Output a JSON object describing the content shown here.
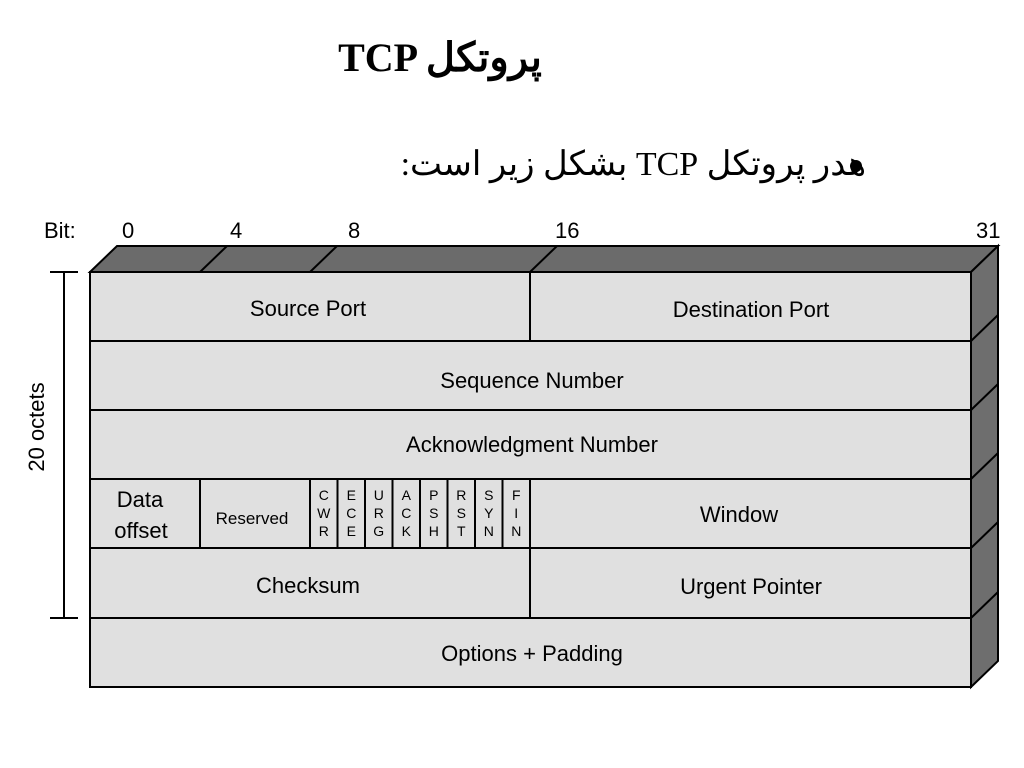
{
  "slide": {
    "title": "TCP پروتکل",
    "bullet": "هدر پروتکل TCP بشکل زیر است:"
  },
  "diagram": {
    "bit_label": "Bit:",
    "bit_ticks": [
      "0",
      "4",
      "8",
      "16",
      "31"
    ],
    "side_label": "20 octets",
    "fields": {
      "source_port": "Source Port",
      "destination_port": "Destination Port",
      "sequence_number": "Sequence Number",
      "acknowledgment_number": "Acknowledgment Number",
      "data_offset_line1": "Data",
      "data_offset_line2": "offset",
      "reserved": "Reserved",
      "window": "Window",
      "checksum": "Checksum",
      "urgent_pointer": "Urgent Pointer",
      "options_padding": "Options + Padding"
    },
    "flags": [
      [
        "C",
        "W",
        "R"
      ],
      [
        "E",
        "C",
        "E"
      ],
      [
        "U",
        "R",
        "G"
      ],
      [
        "A",
        "C",
        "K"
      ],
      [
        "P",
        "S",
        "H"
      ],
      [
        "R",
        "S",
        "T"
      ],
      [
        "S",
        "Y",
        "N"
      ],
      [
        "F",
        "I",
        "N"
      ]
    ],
    "colors": {
      "cell_fill": "#e0e0e0",
      "top_face": "#6b6b6b",
      "side_face": "#6e6e6e",
      "stroke": "#000000"
    }
  }
}
